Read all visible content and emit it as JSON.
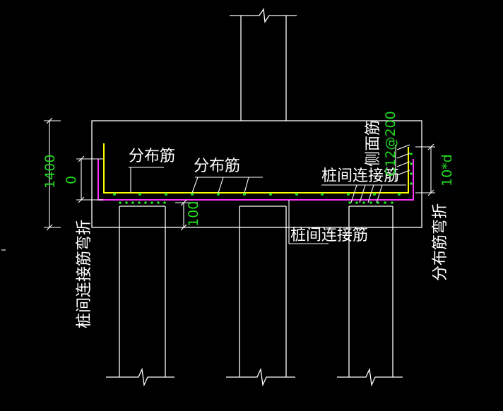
{
  "labels": {
    "dist_left": "分布筋",
    "dist_mid": "分布筋",
    "pile_conn_top": "桩间连接筋",
    "pile_conn_bottom": "桩间连接筋",
    "side_bar": "侧面筋",
    "side_bar_spec": "C12@200",
    "left_vertical": "桩间连接筋弯折",
    "right_vertical": "分布筋弯折",
    "right_anchor": "10*d"
  },
  "dimensions": {
    "cap_height": "1400",
    "zero_mark": "0",
    "embed_depth": "100"
  },
  "colors": {
    "background": "#000000",
    "outline": "#ffffff",
    "distribution_bar": "#ffff00",
    "connection_bar": "#ff33ff",
    "dimension_text": "#22dd22",
    "rebar_dot": "#22dd22"
  }
}
